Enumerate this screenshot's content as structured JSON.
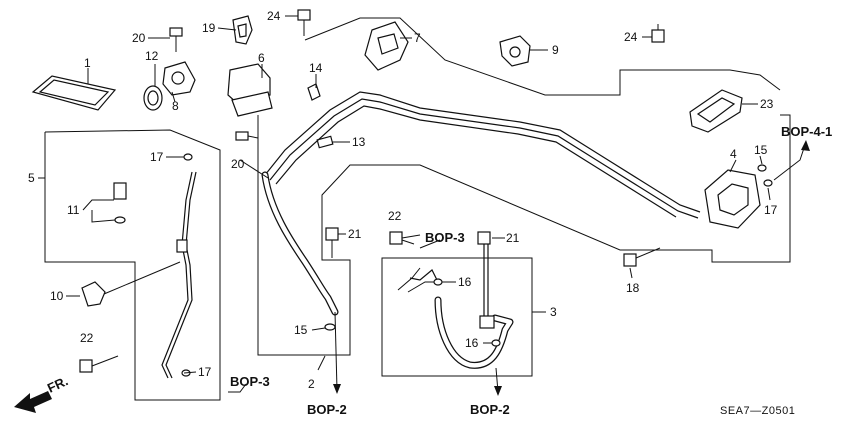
{
  "diagram": {
    "code": "SEA7—Z0501",
    "references": {
      "bop41": "BOP-4-1",
      "bop3_left": "BOP-3",
      "bop3_mid": "BOP-3",
      "bop2_a": "BOP-2",
      "bop2_b": "BOP-2"
    },
    "fr_label": "FR.",
    "callouts": {
      "c1": "1",
      "c2": "2",
      "c3": "3",
      "c4": "4",
      "c5": "5",
      "c6": "6",
      "c7": "7",
      "c8": "8",
      "c9": "9",
      "c10": "10",
      "c11": "11",
      "c12": "12",
      "c13": "13",
      "c14": "14",
      "c15a": "15",
      "c15b": "15",
      "c16a": "16",
      "c16b": "16",
      "c17a": "17",
      "c17b": "17",
      "c17c": "17",
      "c18": "18",
      "c19": "19",
      "c20a": "20",
      "c20b": "20",
      "c21a": "21",
      "c21b": "21",
      "c22a": "22",
      "c22b": "22",
      "c23": "23",
      "c24a": "24",
      "c24b": "24"
    }
  }
}
